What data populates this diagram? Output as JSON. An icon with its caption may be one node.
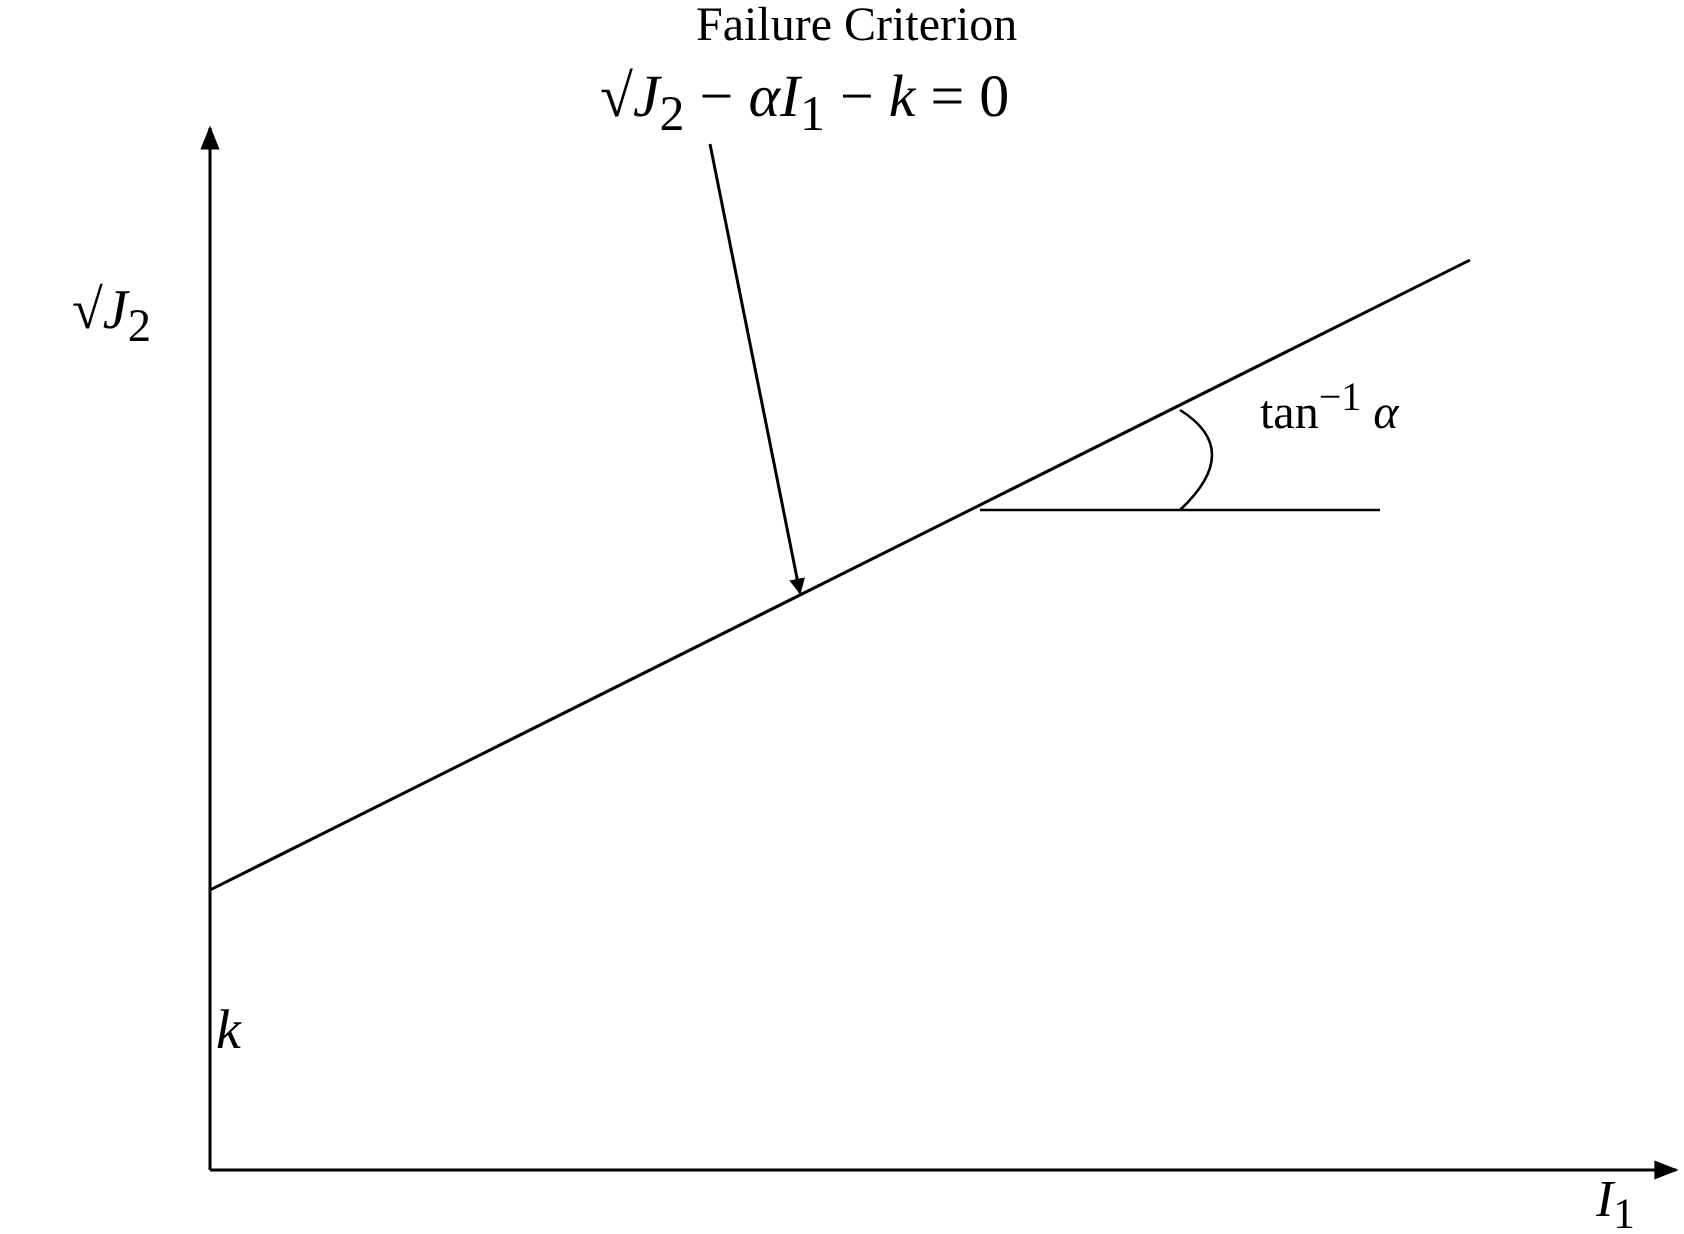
{
  "diagram": {
    "title": "Failure Criterion",
    "nodes": [
      {
        "text": [
          "√*J*$_{2}$ − *αI*$_{1}$ − *k* = 0"
        ]
      },
      {
        "text": [],
        "shape": "line"
      }
    ],
    "edges": [
      {
        "from": 0,
        "to": 1,
        "arrow": "to"
      }
    ],
    "labels": [
      "√*J*$_{2}$",
      "*k*",
      "*I*$_{1}$",
      "tan$^{−1}$ *α*"
    ]
  }
}
